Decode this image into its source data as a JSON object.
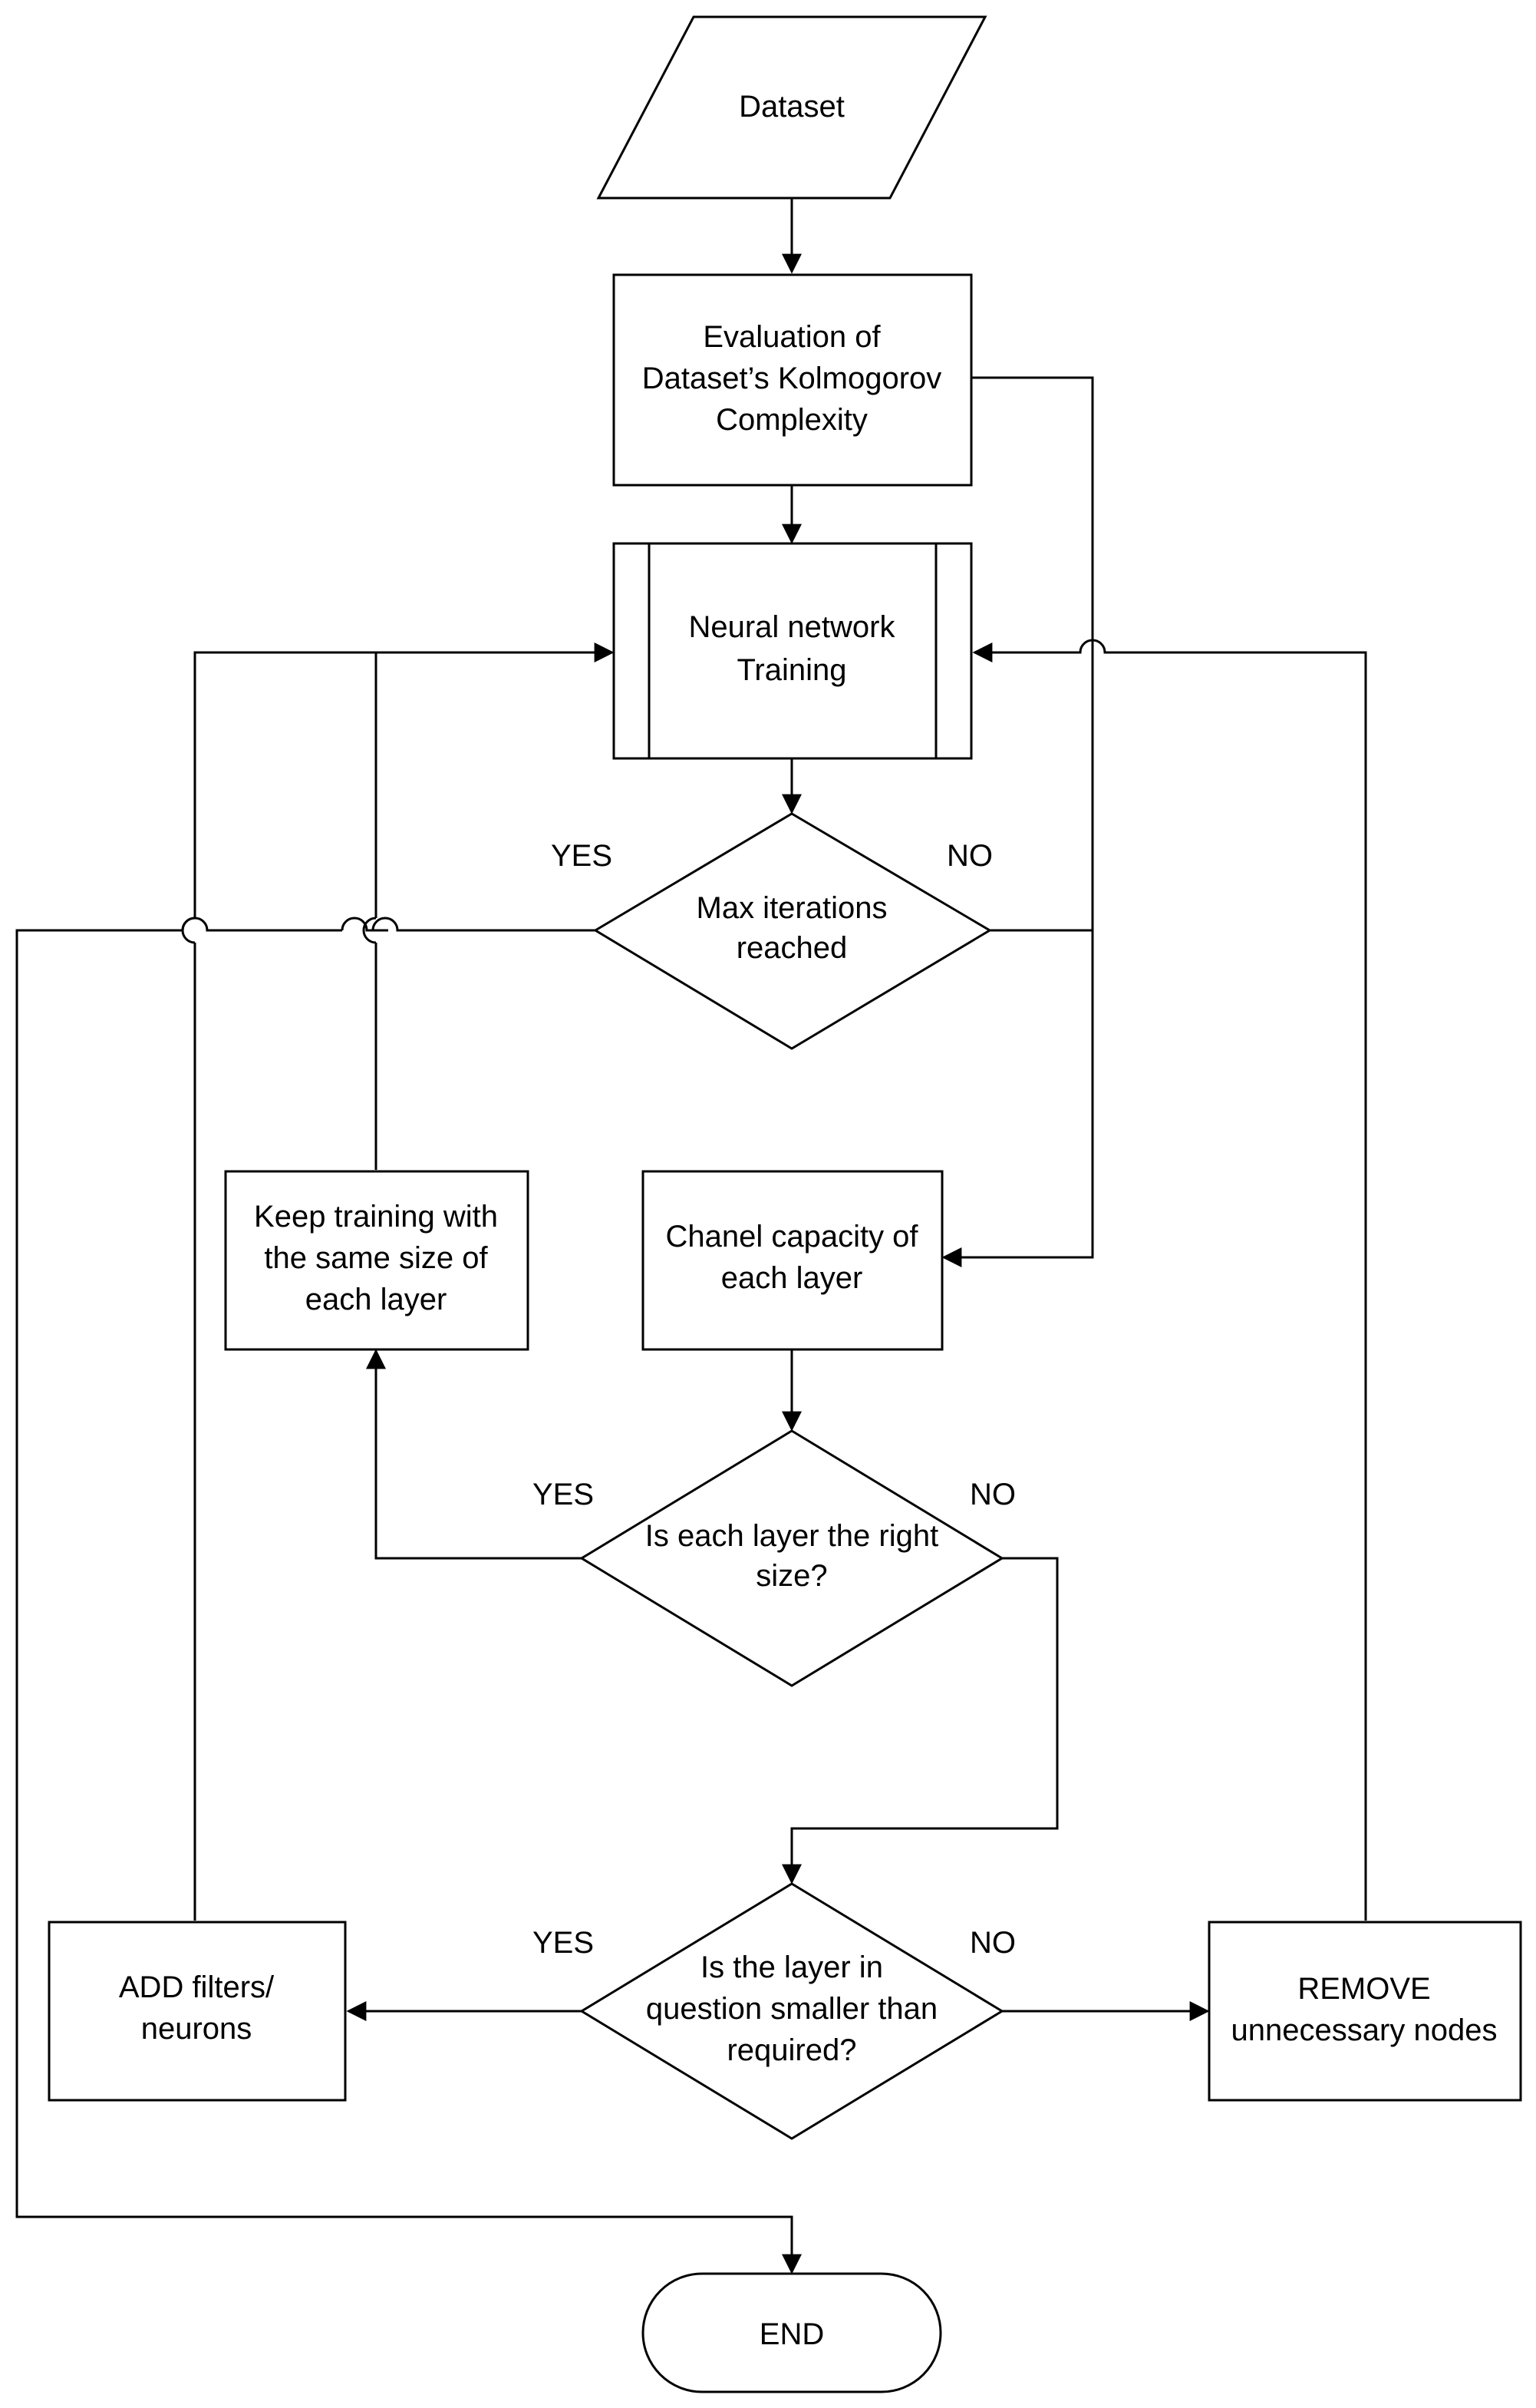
{
  "nodes": {
    "dataset": {
      "lines": [
        "Dataset"
      ]
    },
    "evaluation": {
      "lines": [
        "Evaluation of",
        "Dataset’s Kolmogorov",
        "Complexity"
      ]
    },
    "training": {
      "lines": [
        "Neural network",
        "Training"
      ]
    },
    "max_iter": {
      "lines": [
        "Max iterations",
        "reached"
      ]
    },
    "keep_training": {
      "lines": [
        "Keep training with",
        "the same size of",
        "each layer"
      ]
    },
    "channel_capacity": {
      "lines": [
        "Chanel capacity of",
        "each layer"
      ]
    },
    "right_size": {
      "lines": [
        "Is each layer the right",
        "size?"
      ]
    },
    "smaller": {
      "lines": [
        "Is the layer in",
        "question smaller than",
        "required?"
      ]
    },
    "add": {
      "lines": [
        "ADD filters/",
        "neurons"
      ]
    },
    "remove": {
      "lines": [
        "REMOVE",
        "unnecessary nodes"
      ]
    },
    "end": {
      "lines": [
        "END"
      ]
    }
  },
  "labels": {
    "max_yes": "YES",
    "max_no": "NO",
    "size_yes": "YES",
    "size_no": "NO",
    "small_yes": "YES",
    "small_no": "NO"
  }
}
